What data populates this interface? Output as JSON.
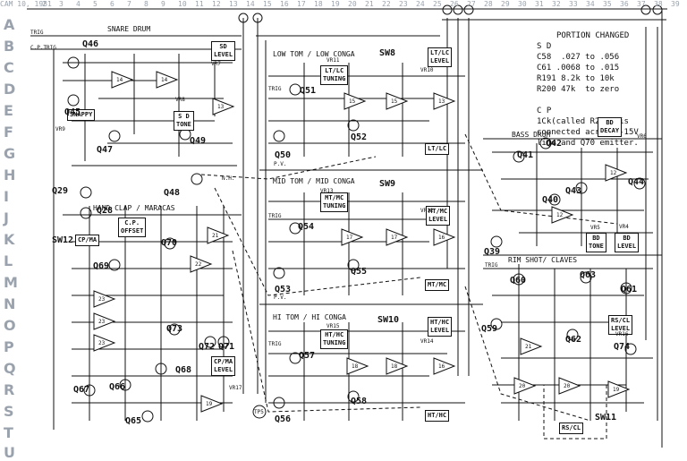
{
  "header_partial": "CAM 10, 1981",
  "column_numbers": [
    "2",
    "3",
    "4",
    "5",
    "6",
    "7",
    "8",
    "9",
    "10",
    "11",
    "12",
    "13",
    "14",
    "15",
    "16",
    "17",
    "18",
    "19",
    "20",
    "21",
    "22",
    "23",
    "24",
    "25",
    "26",
    "27",
    "28",
    "29",
    "30",
    "31",
    "32",
    "33",
    "34",
    "35",
    "36",
    "37",
    "38",
    "39"
  ],
  "row_letters": [
    "A",
    "B",
    "C",
    "D",
    "E",
    "F",
    "G",
    "H",
    "I",
    "J",
    "K",
    "L",
    "M",
    "N",
    "O",
    "P",
    "Q",
    "R",
    "S",
    "T",
    "U"
  ],
  "section_titles": {
    "snare": "SNARE DRUM",
    "low_tom": "LOW TOM / LOW CONGA",
    "mid_tom": "MID TOM / MID CONGA",
    "hi_tom": "HI TOM / HI CONGA",
    "bass": "BASS DRUM",
    "rim": "RIM SHOT/ CLAVES",
    "handclap": "HAND CLAP / MARACAS"
  },
  "portion_changed": {
    "title": "PORTION CHANGED",
    "sd_head": "S D",
    "sd_lines": [
      "C58  .027 to .056",
      "C61 .0068 to .015",
      "R191 8.2k to 10k",
      "R200 47k  to zero"
    ],
    "cp_head": "C P",
    "cp_lines": [
      "1Ck(called R200) is",
      "connected across -15V",
      "line and Q70 emitter."
    ]
  },
  "boxes": {
    "sd_level": "SD\nLEVEL",
    "snappy": "SNAPPY",
    "sd_tone": "S D\nTONE",
    "lt_tuning": "LT/LC\nTUNING",
    "lt_level": "LT/LC\nLEVEL",
    "lt_lc": "LT/LC",
    "mt_tuning": "MT/MC\nTUNING",
    "mt_level": "MT/MC\nLEVEL",
    "mt_mc": "MT/MC",
    "ht_tuning": "HT/HC\nTUNING",
    "ht_level": "HT/HC\nLEVEL",
    "ht_hc": "HT/HC",
    "bd_decay": "BD\nDECAY",
    "bd_tone": "BD\nTONE",
    "bd_level": "BD\nLEVEL",
    "rs_level": "RS/CL\nLEVEL",
    "rs_cl": "RS/CL",
    "cp_ma": "CP/MA",
    "cp_level": "CP/MA\nLEVEL",
    "cp_offset": "C.P.\nOFFSET"
  },
  "transistors": [
    "Q46",
    "Q45",
    "Q47",
    "Q49",
    "Q48",
    "Q29",
    "Q28",
    "Q51",
    "Q50",
    "Q52",
    "Q54",
    "Q53",
    "Q55",
    "Q57",
    "Q56",
    "Q58",
    "Q42",
    "Q41",
    "Q40",
    "Q43",
    "Q44",
    "Q39",
    "Q60",
    "Q59",
    "Q63",
    "Q61",
    "Q62",
    "Q74",
    "Q70",
    "Q69",
    "Q73",
    "Q72",
    "Q71",
    "Q68",
    "Q67",
    "Q66",
    "Q65"
  ],
  "vrs": [
    "VR7",
    "VR8",
    "VR9",
    "VR11",
    "VR10",
    "VR13",
    "VR12",
    "VR15",
    "VR14",
    "VR6",
    "VR5",
    "VR4",
    "VR16",
    "VR17"
  ],
  "switches": [
    "SW8",
    "SW9",
    "SW10",
    "SW11",
    "SW12"
  ],
  "opamps": [
    "14",
    "14",
    "13",
    "15",
    "15",
    "13",
    "17",
    "17",
    "16",
    "18",
    "18",
    "16",
    "12",
    "12",
    "21",
    "20",
    "20",
    "19",
    "21",
    "22",
    "23",
    "23",
    "23",
    "19"
  ],
  "misc": [
    "C.P.TRIG",
    "TRIG",
    "TRIG",
    "TRIG",
    "TRIG",
    "TRIG",
    "P.V.",
    "P.V.",
    "N.H.",
    "TP5"
  ]
}
